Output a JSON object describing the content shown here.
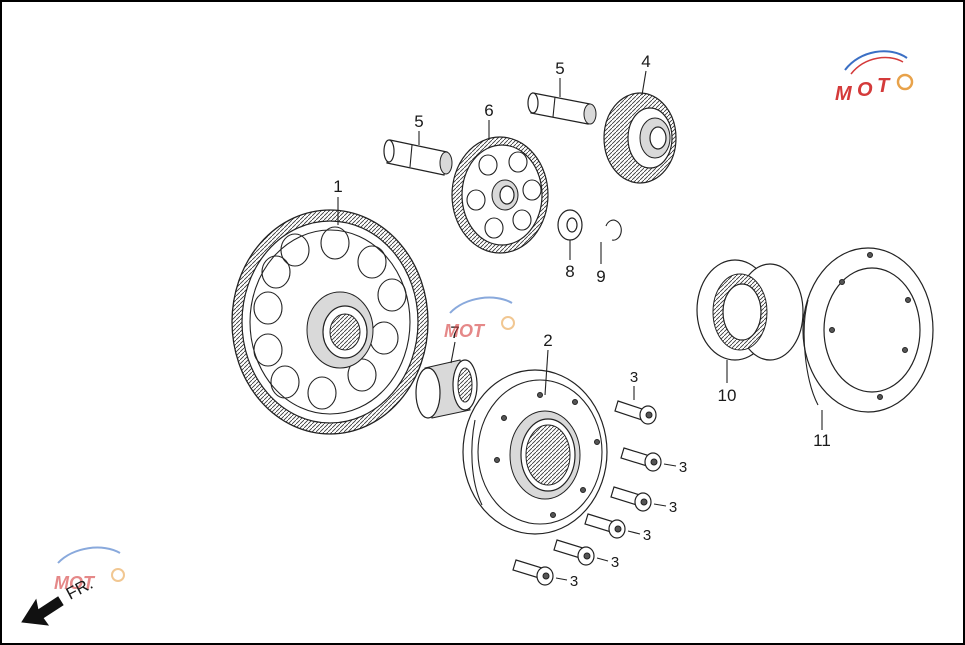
{
  "diagram": {
    "direction_label": "FR.",
    "watermark": {
      "text": "MOTO"
    },
    "colors": {
      "line": "#222222",
      "background": "#ffffff",
      "watermark_red": "#d43a3a",
      "watermark_blue": "#3b6fc4",
      "watermark_orange": "#e8a24a"
    },
    "parts": [
      {
        "number": "1",
        "name": "large-gear"
      },
      {
        "number": "2",
        "name": "starter-clutch-outer"
      },
      {
        "number": "3",
        "name": "bolt"
      },
      {
        "number": "4",
        "name": "bevel-gear"
      },
      {
        "number": "5",
        "name": "shaft"
      },
      {
        "number": "6",
        "name": "idle-gear"
      },
      {
        "number": "7",
        "name": "needle-bearing"
      },
      {
        "number": "8",
        "name": "washer"
      },
      {
        "number": "9",
        "name": "circlip"
      },
      {
        "number": "10",
        "name": "one-way-clutch"
      },
      {
        "number": "11",
        "name": "clutch-plate"
      }
    ]
  }
}
